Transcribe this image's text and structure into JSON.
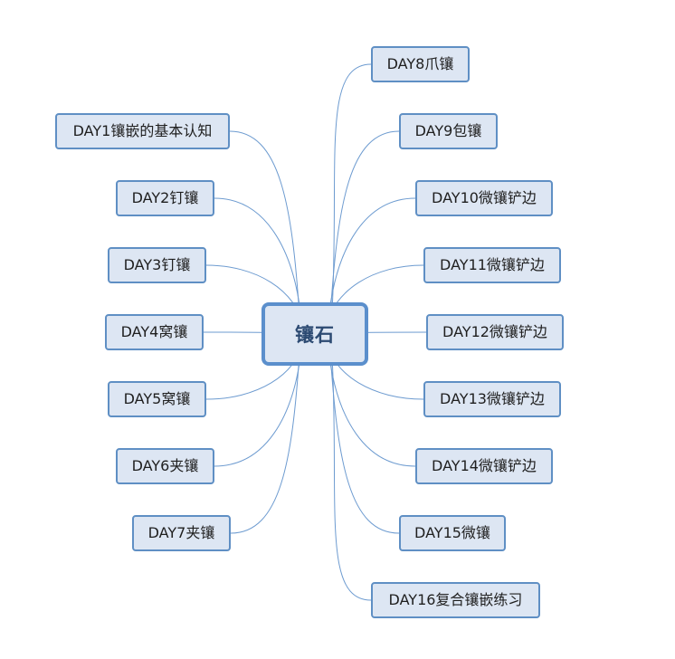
{
  "mindmap": {
    "center": "镶石",
    "line_color": "#6d9bd0",
    "left_branches": [
      "DAY1镶嵌的基本认知",
      "DAY2钉镶",
      "DAY3钉镶",
      "DAY4窝镶",
      "DAY5窝镶",
      "DAY6夹镶",
      "DAY7夹镶"
    ],
    "right_branches": [
      "DAY8爪镶",
      "DAY9包镶",
      "DAY10微镶铲边",
      "DAY11微镶铲边",
      "DAY12微镶铲边",
      "DAY13微镶铲边",
      "DAY14微镶铲边",
      "DAY15微镶",
      "DAY16复合镶嵌练习"
    ]
  }
}
